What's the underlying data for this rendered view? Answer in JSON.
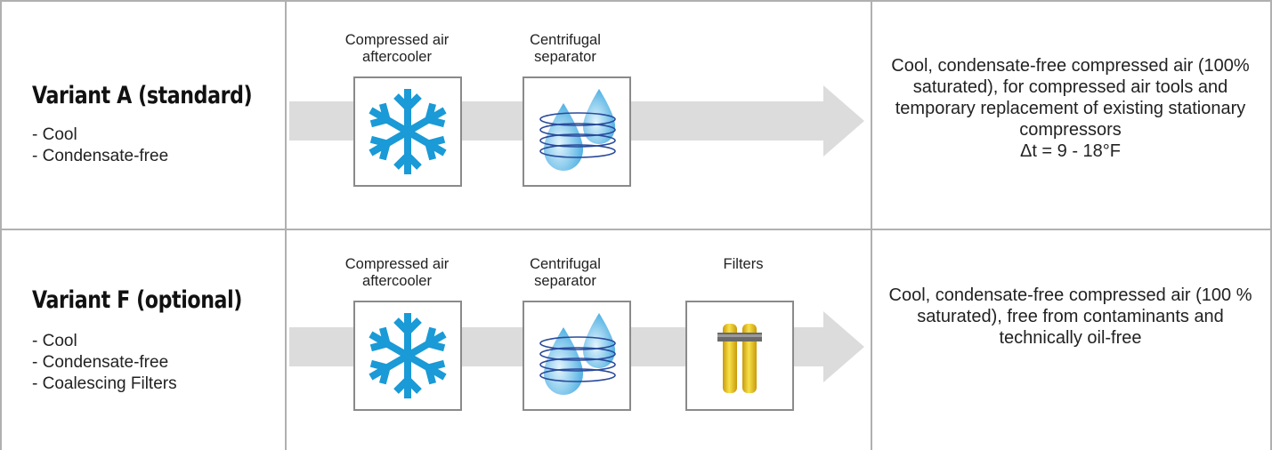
{
  "variants": [
    {
      "title": "Variant A (standard)",
      "features": [
        "Cool",
        "Condensate-free"
      ],
      "components": [
        {
          "label": "Compressed air\naftercooler",
          "icon": "snowflake-icon"
        },
        {
          "label": "Centrifugal\nseparator",
          "icon": "centrifugal-drops-icon"
        }
      ],
      "result": "Cool, condensate-free compressed air (100% saturated), for compressed air tools and temporary replacement of existing stationary compressors",
      "result_delta": "Δt = 9 - 18°F"
    },
    {
      "title": "Variant F (optional)",
      "features": [
        "Cool",
        "Condensate-free",
        "Coalescing Filters"
      ],
      "components": [
        {
          "label": "Compressed air\naftercooler",
          "icon": "snowflake-icon"
        },
        {
          "label": "Centrifugal\nseparator",
          "icon": "centrifugal-drops-icon"
        },
        {
          "label": "Filters",
          "icon": "filter-cartridges-icon"
        }
      ],
      "result": "Cool, condensate-free compressed air (100 % saturated), free from contaminants and technically oil-free"
    }
  ],
  "colors": {
    "grid": "#b0b0b0",
    "arrow": "#dcdcdc",
    "snowflake": "#1a9ad6",
    "drop": "#4ab0e4",
    "filter": "#e8c21a"
  }
}
